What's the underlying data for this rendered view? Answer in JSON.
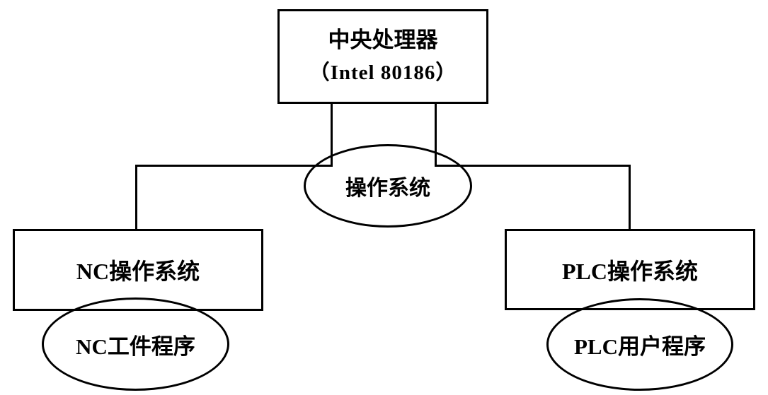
{
  "diagram": {
    "title": "CNC system software architecture diagram",
    "colors": {
      "background": "#ffffff",
      "line": "#000000",
      "text": "#000000"
    },
    "nodes": {
      "cpu": {
        "shape": "rectangle",
        "line1": "中央处理器",
        "line2": "（Intel 80186）"
      },
      "os": {
        "shape": "ellipse",
        "label": "操作系统"
      },
      "nc_os": {
        "shape": "rectangle",
        "label": "NC操作系统"
      },
      "plc_os": {
        "shape": "rectangle",
        "label": "PLC操作系统"
      },
      "nc_program": {
        "shape": "ellipse",
        "label": "NC工件程序"
      },
      "plc_program": {
        "shape": "ellipse",
        "label": "PLC用户程序"
      }
    },
    "connections": [
      {
        "from": "cpu",
        "to": "nc_os",
        "through": "os",
        "style": "right-angle"
      },
      {
        "from": "cpu",
        "to": "plc_os",
        "through": "os",
        "style": "right-angle"
      }
    ]
  }
}
